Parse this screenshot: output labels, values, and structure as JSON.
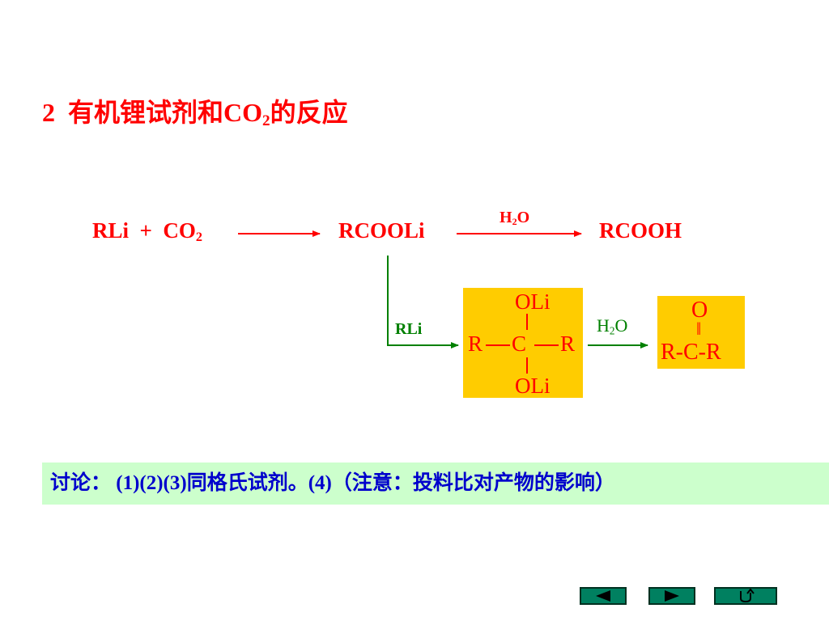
{
  "title": {
    "number": "2",
    "text": "有机锂试剂和CO",
    "sub": "2",
    "suffix": "的反应"
  },
  "reaction": {
    "rli": "RLi",
    "plus": "+",
    "co": "CO",
    "co_sub": "2",
    "intermediate": "RCOOLi",
    "product": "RCOOH",
    "h2o_top_h": "H",
    "h2o_top_sub": "2",
    "h2o_top_o": "O",
    "branch_reagent": "RLi",
    "h2o_bottom_h": "H",
    "h2o_bottom_sub": "2",
    "h2o_bottom_o": "O"
  },
  "dilithium": {
    "top": "OLi",
    "left": "R",
    "center": "C",
    "right": "R",
    "bottom": "OLi"
  },
  "ketone": {
    "oxygen": "O",
    "bond": "‖",
    "formula": "R-C-R"
  },
  "discussion": {
    "text": "讨论： (1)(2)(3)同格氏试剂。(4)（注意：投料比对产物的影响）"
  },
  "nav": {
    "prev_icon": "left-triangle-icon",
    "next_icon": "right-triangle-icon",
    "return_icon": "return-arrow-icon"
  },
  "colors": {
    "red": "#ff0000",
    "green": "#008000",
    "blue": "#0000cc",
    "box_yellow": "#ffcc00",
    "discussion_bg": "#ccffcc",
    "nav_green": "#008060"
  }
}
